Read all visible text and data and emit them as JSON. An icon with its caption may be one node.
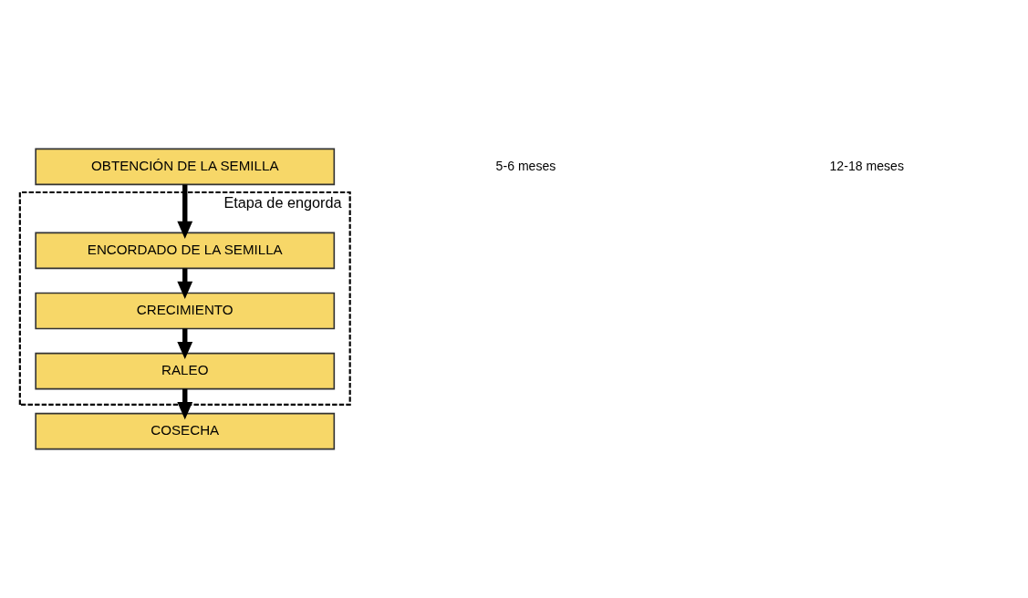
{
  "diagram": {
    "nodes": [
      {
        "text": [
          "OBTENCIÓN DE LA SEMILLA"
        ]
      },
      {
        "text": [
          "Etapa de engorda"
        ]
      },
      {
        "text": [
          "ENCORDADO DE LA SEMILLA"
        ],
        "in": 1
      },
      {
        "text": [
          "CRECIMIENTO"
        ],
        "in": 1
      },
      {
        "text": [
          "RALEO"
        ],
        "in": 1
      },
      {
        "text": [
          "COSECHA"
        ]
      }
    ],
    "edges": [
      {
        "from": 0,
        "to": 2,
        "arrow": "to"
      },
      {
        "from": 2,
        "to": 3,
        "arrow": "to"
      },
      {
        "from": 3,
        "to": 4,
        "arrow": "to"
      },
      {
        "from": 4,
        "to": 5,
        "arrow": "to"
      }
    ],
    "labels": [
      "5-6 meses",
      "12-18 meses"
    ]
  }
}
